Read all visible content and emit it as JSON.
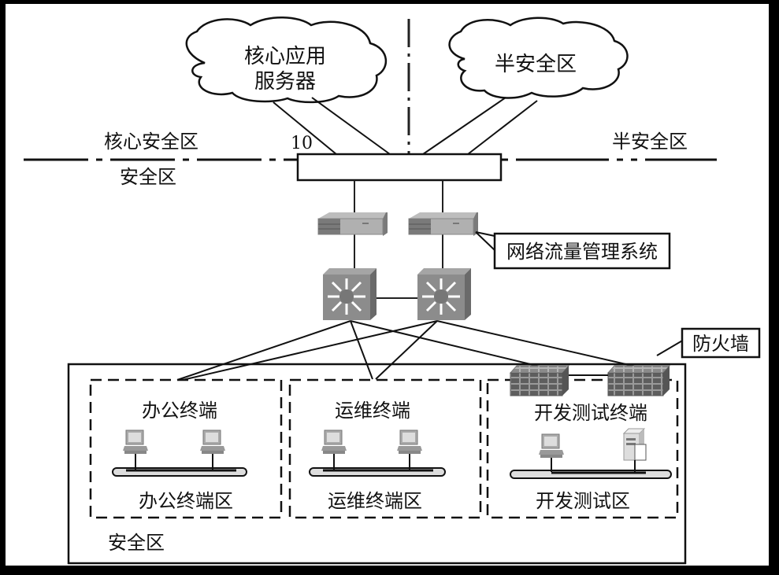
{
  "diagram": {
    "clouds": {
      "core_app_server": {
        "line1": "核心应用",
        "line2": "服务器"
      },
      "semi_secure_zone": {
        "label": "半安全区"
      }
    },
    "zone_labels": {
      "core_secure_zone": "核心安全区",
      "secure_zone_top": "安全区",
      "semi_secure_zone_right": "半安全区",
      "secure_zone_bottom": "安全区"
    },
    "marker_number": "10",
    "callouts": {
      "traffic_mgmt": "网络流量管理系统",
      "firewall": "防火墙"
    },
    "subzones": [
      {
        "terminal_label": "办公终端",
        "zone_label": "办公终端区",
        "devices": [
          "pc",
          "pc"
        ]
      },
      {
        "terminal_label": "运维终端",
        "zone_label": "运维终端区",
        "devices": [
          "pc",
          "pc"
        ]
      },
      {
        "terminal_label": "开发测试终端",
        "zone_label": "开发测试区",
        "devices": [
          "pc",
          "server"
        ]
      }
    ],
    "colors": {
      "line": "#111111",
      "device_gray": "#8a8a8a",
      "device_light": "#c8c8c8",
      "firewall_brick": "#6e6e6e",
      "background": "#ffffff",
      "frame": "#000000"
    }
  }
}
